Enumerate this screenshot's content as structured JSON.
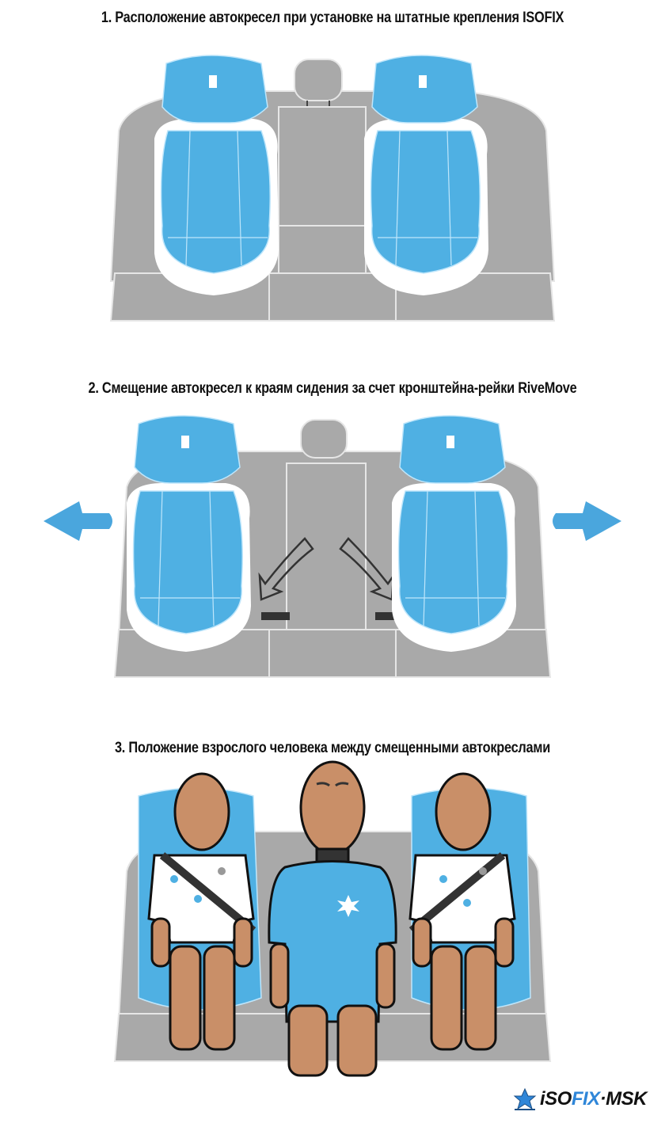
{
  "sections": [
    {
      "number": "1",
      "title": "1. Расположение автокресел при установке на штатные крепления ISOFIX",
      "illustration": "two-booster-seats-on-isofix-mounts"
    },
    {
      "number": "2",
      "title": "2. Смещение автокресел к краям сидения за счет кронштейна-рейки RiveMove",
      "illustration": "booster-seats-shifted-outward",
      "annotations": [
        "arrow-left",
        "arrow-right",
        "bracket-arrow-left",
        "bracket-arrow-right"
      ]
    },
    {
      "number": "3",
      "title": "3. Положение взрослого человека между смещенными автокреслами",
      "illustration": "adult-between-two-children-in-booster-seats"
    }
  ],
  "logo": {
    "prefix": "iSO",
    "accent": "FIX",
    "suffix": "·MSK"
  },
  "colors": {
    "seat_blue": "#4fb0e3",
    "seat_blue_line": "#bfe6fb",
    "bench_gray": "#a9a9a9",
    "bench_line": "#e6e6e6",
    "arrow_blue": "#4aa6dd",
    "skin": "#c98f68",
    "outline": "#111111",
    "logo_accent": "#2f86d8"
  }
}
